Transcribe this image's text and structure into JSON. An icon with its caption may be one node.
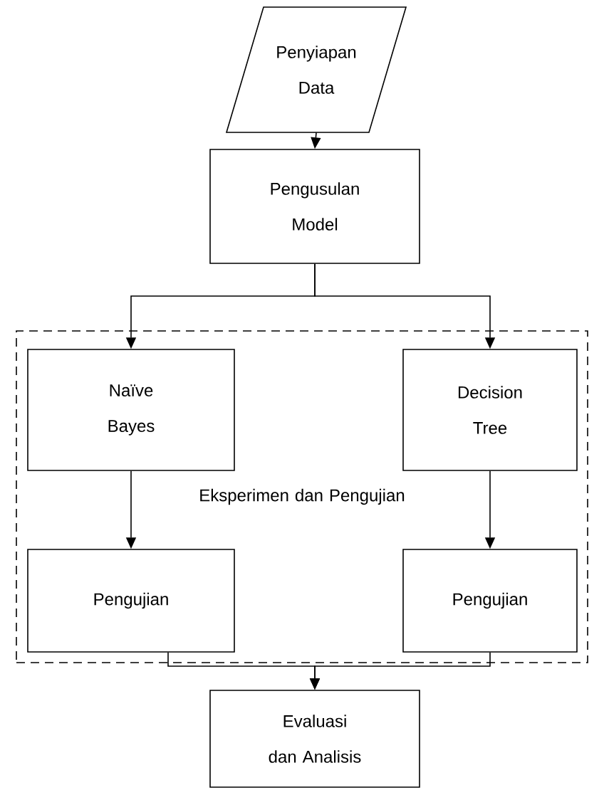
{
  "diagram": {
    "nodes": [
      {
        "text": [
          "Penyiapan Data"
        ]
      },
      {
        "text": [
          "Pengusulan Model"
        ]
      },
      {
        "text": [
          "Eksperimen dan Pengujian"
        ]
      },
      {
        "text": [
          "Naïve Bayes"
        ],
        "in": 2
      },
      {
        "text": [
          "Decision Tree"
        ],
        "in": 2
      },
      {
        "text": [
          "Pengujian"
        ],
        "in": 2
      },
      {
        "text": [
          "Pengujian"
        ],
        "in": 2
      },
      {
        "text": [
          "Evaluasi dan Analisis"
        ]
      }
    ],
    "edges": [
      {
        "from": 0,
        "to": 1,
        "arrow": "to"
      },
      {
        "from": 1,
        "to": 3,
        "arrow": "to"
      },
      {
        "from": 1,
        "to": 4,
        "arrow": "to"
      },
      {
        "from": 3,
        "to": 5,
        "arrow": "to"
      },
      {
        "from": 4,
        "to": 6,
        "arrow": "to"
      },
      {
        "from": 5,
        "to": 7,
        "arrow": "to"
      },
      {
        "from": 6,
        "to": 7,
        "arrow": "to"
      }
    ]
  }
}
